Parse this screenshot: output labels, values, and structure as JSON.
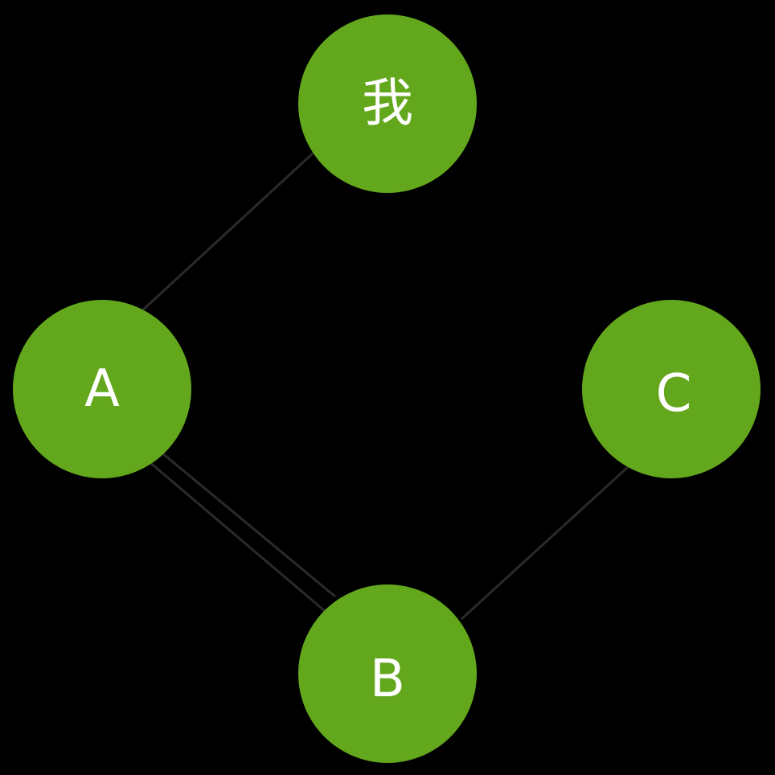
{
  "diagram": {
    "nodes": [
      {
        "id": "me",
        "label": "我"
      },
      {
        "id": "a",
        "label": "A"
      },
      {
        "id": "b",
        "label": "B"
      },
      {
        "id": "c",
        "label": "C"
      }
    ],
    "edges": [
      {
        "from": "me",
        "to": "a"
      },
      {
        "from": "a",
        "to": "b"
      },
      {
        "from": "a",
        "to": "b"
      },
      {
        "from": "b",
        "to": "c"
      }
    ]
  },
  "colors": {
    "background": "#000000",
    "node_fill": "#63a71d",
    "label": "#ffffff",
    "edge": "#2a2a2a"
  }
}
